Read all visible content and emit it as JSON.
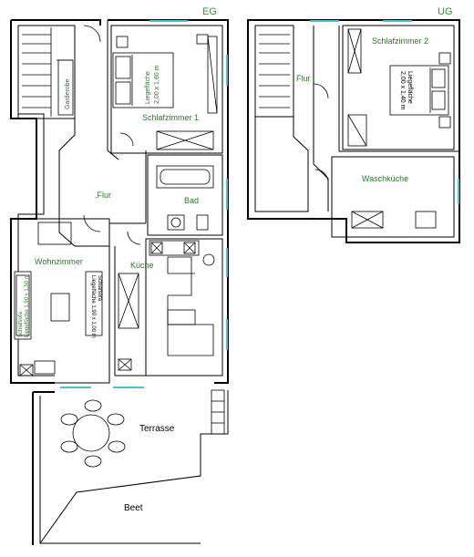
{
  "floors": {
    "ground": "EG",
    "upper": "UG"
  },
  "rooms": {
    "eg_schlafzimmer": "Schlafzimmer 1",
    "eg_flur": ".Flur",
    "eg_bad": "Bad",
    "eg_wohnzimmer": "Wohnzimmer",
    "eg_kueche": "Küche",
    "terrasse": "Terrasse",
    "beet": "Beet",
    "eg_garderobe": "Garderobe",
    "ug_flur": "Flur",
    "ug_schlafzimmer": "Schlafzimmer 2",
    "ug_waschkueche": "Waschküche"
  },
  "beds": {
    "eg_bed_name": "Liegefläche",
    "eg_bed_size": "2,00 x 1,80 m",
    "ug_bed_name": "Liegefläche",
    "ug_bed_size": "2,00 x 1,40 m",
    "sofa1_name": "Schlafsofa",
    "sofa1_size": "Liegefläche 1,90 x 1,50 m",
    "sofa2_name": "Schlafsofa",
    "sofa2_size": "Liegefläche 1,90 x 1,00 m"
  },
  "colors": {
    "wall": "#000000",
    "window": "#3cc8d8",
    "label": "#2a7a2a"
  }
}
